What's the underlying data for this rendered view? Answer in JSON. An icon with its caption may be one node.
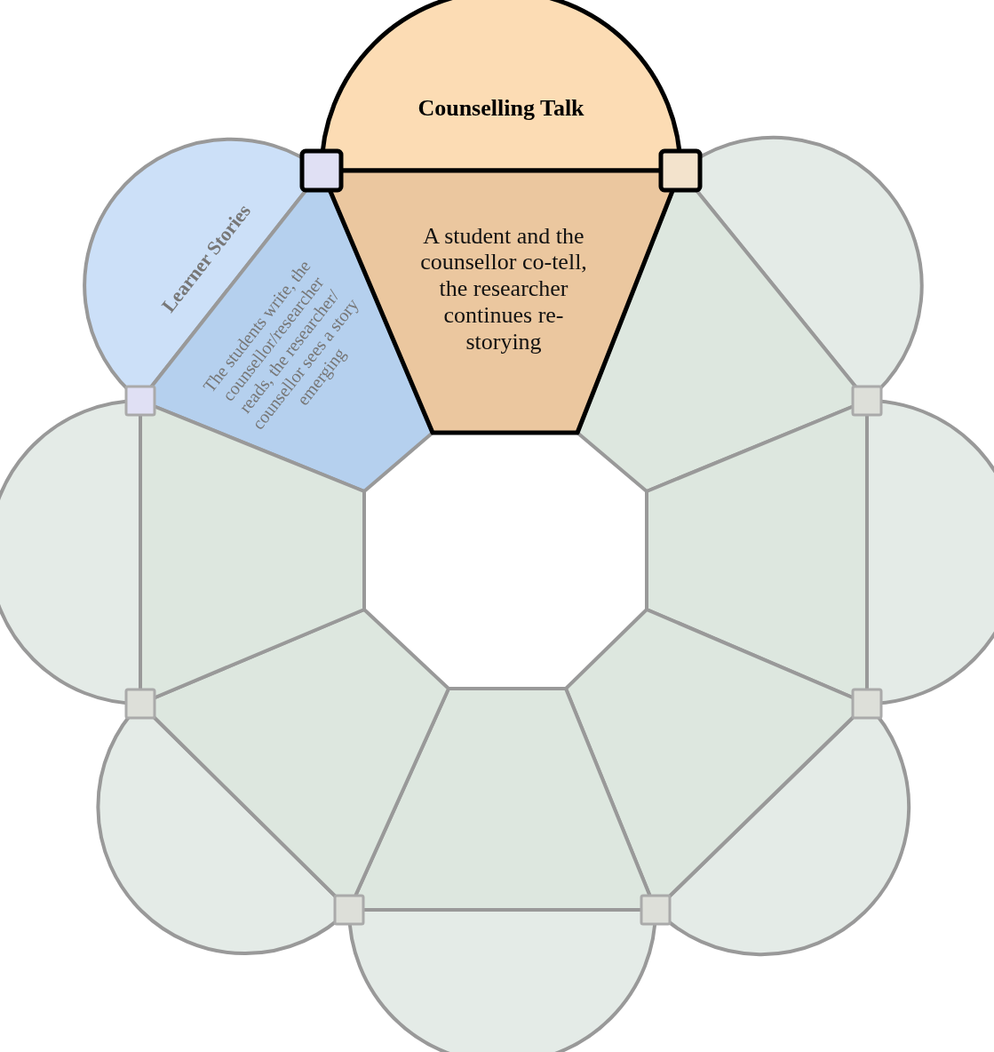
{
  "diagram": {
    "nodes": [
      {
        "text": [
          "Counselling Talk",
          "A student and the counsellor co-tell, the researcher continues re-storying"
        ]
      },
      {
        "text": [
          "Learner Stories",
          "The students write, the counsellor/researcher reads, the researcher/ counsellor sees a story emerging"
        ]
      },
      {
        "text": [],
        "shape": "trapezoid"
      },
      {
        "text": [],
        "shape": "trapezoid"
      },
      {
        "text": [],
        "shape": "trapezoid"
      },
      {
        "text": [],
        "shape": "trapezoid"
      },
      {
        "text": [],
        "shape": "trapezoid"
      },
      {
        "text": [],
        "shape": "trapezoid"
      }
    ]
  }
}
